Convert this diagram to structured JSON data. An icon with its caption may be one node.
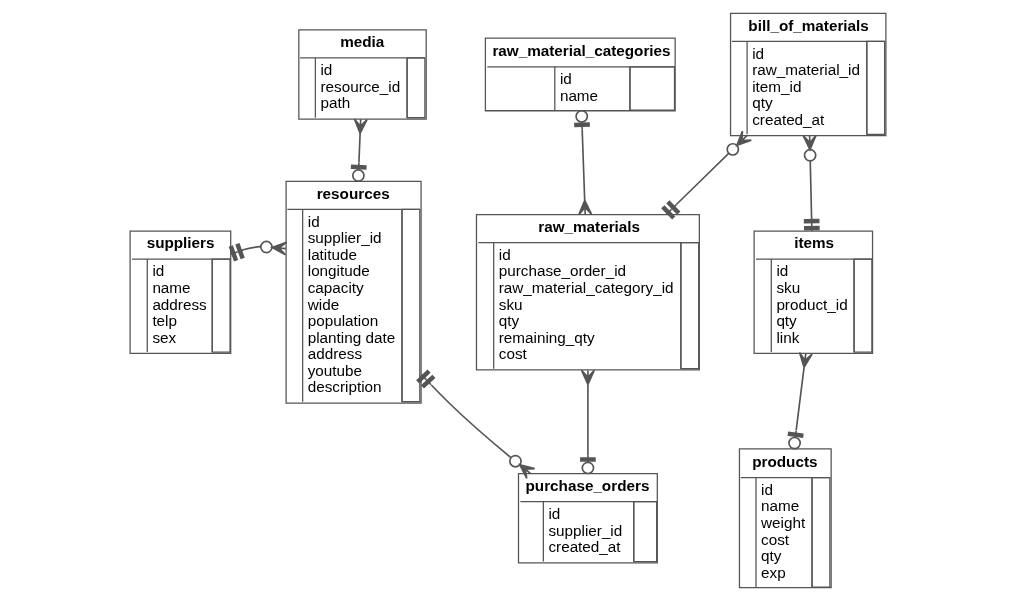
{
  "diagram": {
    "nodes": [
      {
        "text": [
          "media",
          "id",
          "resource_id",
          "path"
        ]
      },
      {
        "text": [
          "raw_material_categories",
          "id",
          "name"
        ]
      },
      {
        "text": [
          "bill_of_materials",
          "id",
          "raw_material_id",
          "item_id",
          "qty",
          "created_at"
        ]
      },
      {
        "text": [
          "suppliers",
          "id",
          "name",
          "address",
          "telp",
          "sex"
        ]
      },
      {
        "text": [
          "resources",
          "id",
          "supplier_id",
          "latitude",
          "longitude",
          "capacity",
          "wide",
          "population",
          "planting date",
          "address",
          "youtube",
          "description"
        ]
      },
      {
        "text": [
          "raw_materials",
          "id",
          "purchase_order_id",
          "raw_material_category_id",
          "sku",
          "qty",
          "remaining_qty",
          "cost"
        ]
      },
      {
        "text": [
          "items",
          "id",
          "sku",
          "product_id",
          "qty",
          "link"
        ]
      },
      {
        "text": [
          "purchase_orders",
          "id",
          "supplier_id",
          "created_at"
        ]
      },
      {
        "text": [
          "products",
          "id",
          "name",
          "weight",
          "cost",
          "qty",
          "exp"
        ]
      }
    ],
    "edges": [
      {
        "from": 3,
        "to": 4,
        "arrow": "other"
      },
      {
        "from": 0,
        "to": 4,
        "arrow": "other"
      },
      {
        "from": 1,
        "to": 5,
        "arrow": "other"
      },
      {
        "from": 5,
        "to": 2,
        "arrow": "other"
      },
      {
        "from": 2,
        "to": 6,
        "arrow": "other"
      },
      {
        "from": 6,
        "to": 8,
        "arrow": "other"
      },
      {
        "from": 5,
        "to": 7,
        "arrow": "other"
      },
      {
        "from": 4,
        "to": 7,
        "arrow": "other"
      }
    ]
  }
}
